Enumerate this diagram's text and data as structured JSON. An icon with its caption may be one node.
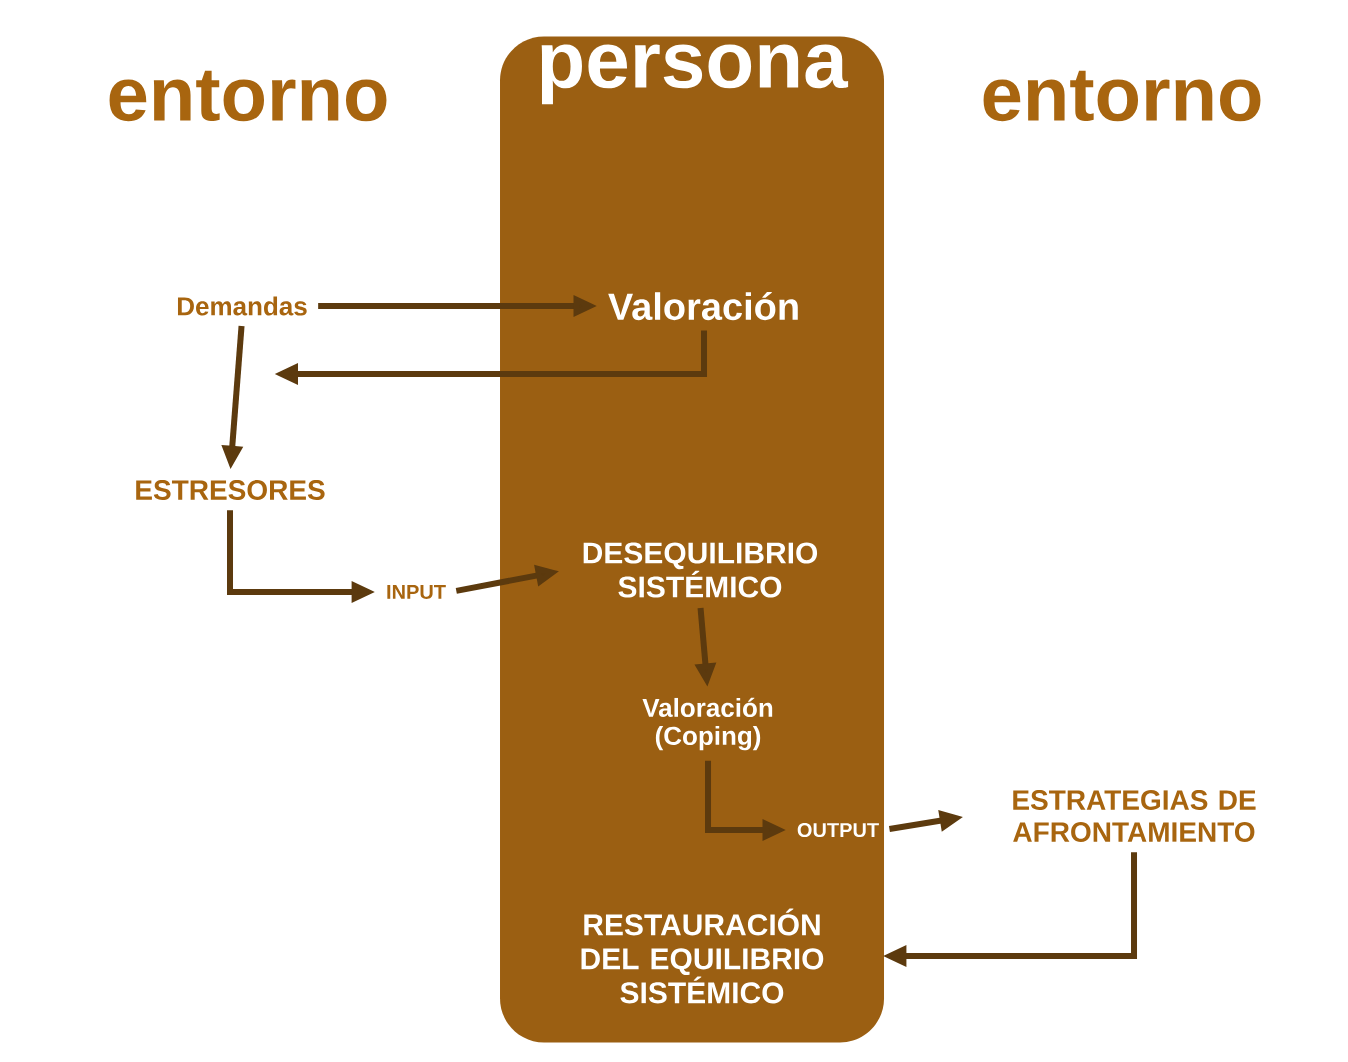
{
  "diagram": {
    "nodes": [
      {
        "text": [
          "persona"
        ]
      },
      {
        "text": [
          "Valoración"
        ],
        "in": 0
      },
      {
        "text": [
          "DESEQUILIBRIO SISTÉMICO"
        ],
        "in": 0
      },
      {
        "text": [
          "Valoración (Coping)"
        ],
        "in": 0
      },
      {
        "text": [
          "OUTPUT"
        ],
        "in": 0
      },
      {
        "text": [
          "RESTAURACIÓN DEL EQUILIBRIO SISTÉMICO"
        ],
        "in": 0
      },
      {
        "text": [
          "Demandas"
        ]
      },
      {
        "text": [
          "ESTRESORES"
        ]
      },
      {
        "text": [
          "INPUT"
        ]
      },
      {
        "text": [
          "ESTRATEGIAS DE AFRONTAMIENTO"
        ]
      }
    ],
    "edges": [
      {
        "from": 6,
        "to": 1,
        "arrow": "to"
      },
      {
        "from": 1,
        "to": null,
        "arrow": "to"
      },
      {
        "from": 6,
        "to": 7,
        "arrow": "to"
      },
      {
        "from": 7,
        "to": 8,
        "arrow": "to"
      },
      {
        "from": 8,
        "to": 2,
        "arrow": "to"
      },
      {
        "from": 2,
        "to": 3,
        "arrow": "to"
      },
      {
        "from": 3,
        "to": 4,
        "arrow": "to"
      },
      {
        "from": 4,
        "to": 9,
        "arrow": "to"
      },
      {
        "from": 9,
        "to": 5,
        "arrow": "to"
      }
    ],
    "labels": [
      "entorno",
      "entorno"
    ]
  }
}
